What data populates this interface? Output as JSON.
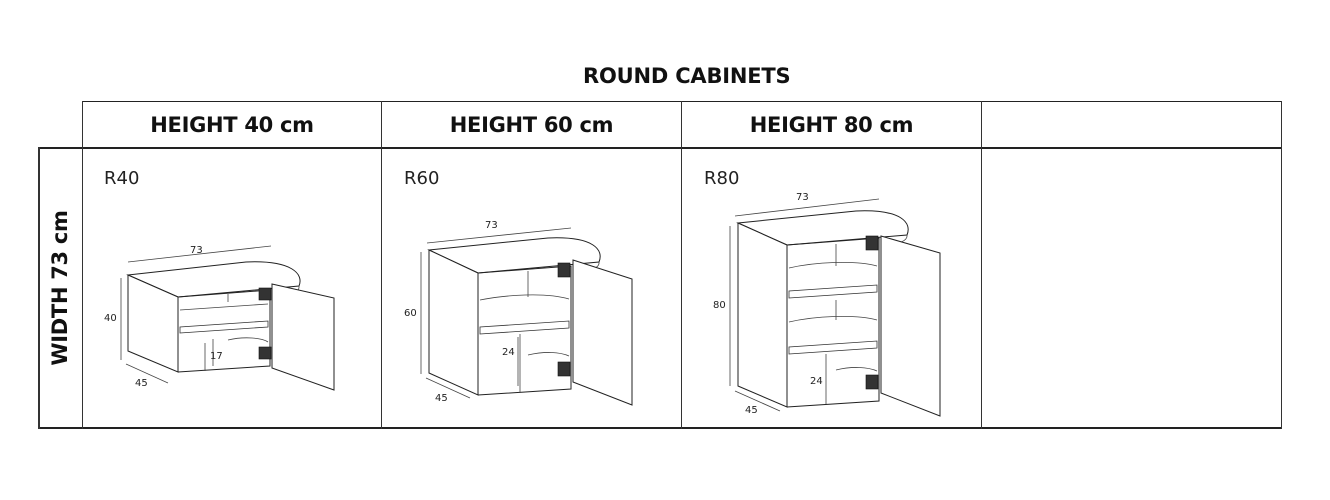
{
  "title": "ROUND CABINETS",
  "columns": [
    "HEIGHT 40 cm",
    "HEIGHT 60 cm",
    "HEIGHT 80 cm",
    ""
  ],
  "row_label": "WIDTH 73 cm",
  "cabinets": [
    {
      "model": "R40",
      "width": "73",
      "height": "40",
      "depth": "45",
      "inner": "17"
    },
    {
      "model": "R60",
      "width": "73",
      "height": "60",
      "depth": "45",
      "inner": "24"
    },
    {
      "model": "R80",
      "width": "73",
      "height": "80",
      "depth": "45",
      "inner": "24"
    }
  ]
}
